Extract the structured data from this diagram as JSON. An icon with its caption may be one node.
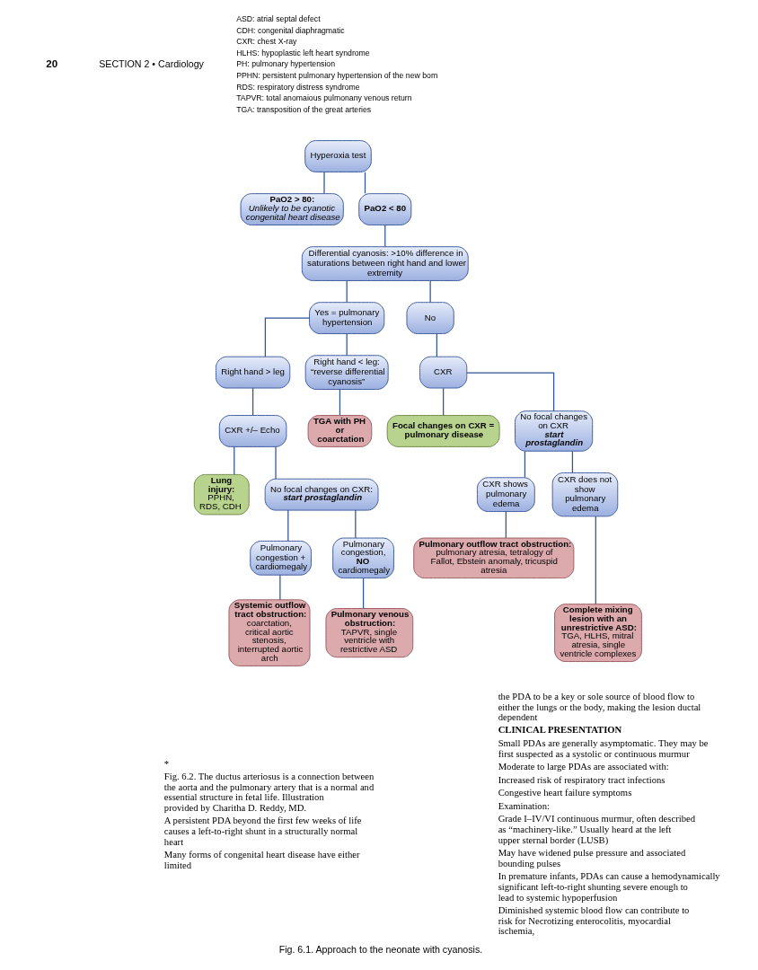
{
  "diagram": {
    "caption": "Fig. 6.1. Approach to the neonate with cyanosis.",
    "nodes": [
      {
        "text": [
          "Hyperoxia test"
        ]
      },
      {
        "text": [
          "PaO2 > 80:",
          "Unlikely to be cyanotic congenital heart disease"
        ]
      },
      {
        "text": [
          "PaO2 < 80"
        ]
      },
      {
        "text": [
          "Differential cyanosis: >10% difference in saturations between right hand and lower extremity"
        ]
      },
      {
        "text": [
          "Yes = pulmonary hypertension"
        ]
      },
      {
        "text": [
          "No"
        ]
      },
      {
        "text": [
          "Right hand > leg"
        ]
      },
      {
        "text": [
          "Right hand < leg: “reverse differential cyanosis”"
        ]
      },
      {
        "text": [
          "CXR"
        ]
      },
      {
        "text": [
          "CXR +/– Echo"
        ]
      },
      {
        "text": [
          "Focal changes on CXR = pulmonary disease"
        ]
      },
      {
        "text": [
          "No focal changes on CXR",
          "start prostaglandin"
        ]
      },
      {
        "text": [
          "Lung injury:",
          "PPHN, RDS, CDH"
        ]
      },
      {
        "text": [
          "No focal changes on CXR:",
          "start prostaglandin"
        ]
      },
      {
        "text": [
          "TGA with PH or coarctation"
        ]
      },
      {
        "text": [
          "CXR shows pulmonary edema"
        ]
      },
      {
        "text": [
          "CXR does not show pulmonary edema"
        ]
      },
      {
        "text": [
          "Pulmonary congestion + cardiomegaly"
        ]
      },
      {
        "text": [
          "Pulmonary congestion,",
          "NO",
          "cardiomegaly"
        ]
      },
      {
        "text": [
          "Systemic outflow tract obstruction:",
          "coarctation, critical aortic stenosis, interrupted aortic arch"
        ]
      },
      {
        "text": [
          "Pulmonary venous obstruction:",
          "TAPVR, single ventricle with restrictive ASD"
        ]
      },
      {
        "text": [
          "Pulmonary outflow tract obstruction:",
          "pulmonary atresia, tetralogy of Fallot, Ebstein anomaly, tricuspid atresia"
        ]
      },
      {
        "text": [
          "Complete mixing lesion with an unrestrictive ASD:",
          "TGA, HLHS, mitral atresia, single ventricle complexes"
        ]
      }
    ],
    "edges": [
      {
        "from": 0,
        "to": 1,
        "arrow": "none"
      },
      {
        "from": 0,
        "to": 2,
        "arrow": "none"
      },
      {
        "from": 2,
        "to": 3,
        "arrow": "none"
      },
      {
        "from": 3,
        "to": 4,
        "arrow": "none"
      },
      {
        "from": 3,
        "to": 5,
        "arrow": "none"
      },
      {
        "from": 5,
        "to": 8,
        "arrow": "none"
      },
      {
        "from": 4,
        "to": 6,
        "arrow": "none"
      },
      {
        "from": 4,
        "to": 7,
        "arrow": "none"
      },
      {
        "from": 6,
        "to": 9,
        "arrow": "none"
      },
      {
        "from": 9,
        "to": 12,
        "arrow": "none"
      },
      {
        "from": 9,
        "to": 13,
        "arrow": "none"
      },
      {
        "from": 7,
        "to": 14,
        "arrow": "none"
      },
      {
        "from": 8,
        "to": 10,
        "arrow": "none"
      },
      {
        "from": 8,
        "to": 11,
        "arrow": "none"
      },
      {
        "from": 11,
        "to": 15,
        "arrow": "none"
      },
      {
        "from": 11,
        "to": 16,
        "arrow": "none"
      },
      {
        "from": 13,
        "to": 17,
        "arrow": "none"
      },
      {
        "from": 13,
        "to": 18,
        "arrow": "none"
      },
      {
        "from": 17,
        "to": 19,
        "arrow": "none"
      },
      {
        "from": 18,
        "to": 20,
        "arrow": "none"
      },
      {
        "from": 15,
        "to": 21,
        "arrow": "none"
      },
      {
        "from": 16,
        "to": 22,
        "arrow": "none"
      }
    ],
    "labels": [
      "20",
      "SECTION 2 • Cardiology",
      "ASD: atrial septal defect",
      "CDH: congenital diaphragmatic",
      "CXR: chest X-ray",
      "HLHS: hypoplastic left heart syndrome",
      "PH: pulmonary hypertension",
      "PPHN: persistent pulmonary hypertension of the new born",
      "RDS: respiratory distress syndrome",
      "TAPVR: total anomaious pulmonany venous return",
      "TGA: transposition of the great arteries",
      "*",
      "Fig. 6.2. The ductus arteriosus is a connection between the aorta and the pulmonary artery that is a normal and essential structure in fetal life. Illustration provided by Charitha D. Reddy, MD.",
      "A persistent PDA beyond the first few weeks of life causes a left-to-right shunt in a structurally normal heart",
      "Many forms of congenital heart disease have either limited",
      "the PDA to be a key or sole source of blood flow to either the lungs or the body, making the lesion ductal dependent",
      "CLINICAL PRESENTATION",
      "Small PDAs are generally asymptomatic. They may be first suspected as a systolic or continuous murmur",
      "Moderate to large PDAs are associated with:",
      "Increased risk of respiratory tract infections",
      "Congestive heart failure symptoms",
      "Examination:",
      "Grade I–IV/VI continuous murmur, often described as “machinery-like.” Usually heard at the left upper sternal border (LUSB)",
      "May have widened pulse pressure and associated bounding pulses",
      "In premature infants, PDAs can cause a hemodynamically significant left-to-right shunting severe enough to lead to systemic hypoperfusion",
      "Diminished systemic blood flow can contribute to risk for Necrotizing enterocolitis, myocardial ischemia,"
    ]
  }
}
